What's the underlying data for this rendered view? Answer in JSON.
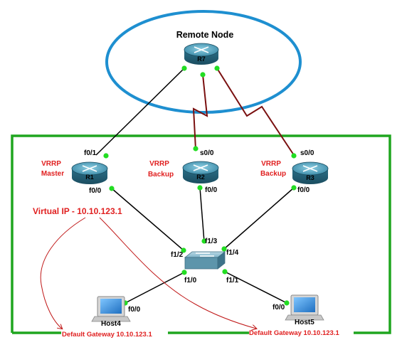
{
  "remote_node": {
    "title": "Remote Node"
  },
  "routers": [
    {
      "id": "R7",
      "name": "R7",
      "role": "",
      "state": ""
    },
    {
      "id": "R1",
      "name": "R1",
      "role": "VRRP",
      "state": "Master"
    },
    {
      "id": "R2",
      "name": "R2",
      "role": "VRRP",
      "state": "Backup"
    },
    {
      "id": "R3",
      "name": "R3",
      "role": "VRRP",
      "state": "Backup"
    }
  ],
  "ports": {
    "r1_up": "f0/1",
    "r1_down": "f0/0",
    "r2_up": "s0/0",
    "r2_down": "f0/0",
    "r3_up": "s0/0",
    "r3_down": "f0/0",
    "sw_r1": "f1/2",
    "sw_r2": "f1/3",
    "sw_r3": "f1/4",
    "sw_h4": "f1/0",
    "sw_h5": "f1/1",
    "h4_port": "f0/0",
    "h5_port": "f0/0"
  },
  "hosts": [
    {
      "name": "Host4"
    },
    {
      "name": "Host5"
    }
  ],
  "annotations": {
    "virtual_ip": "Virtual IP - 10.10.123.1",
    "gateway_left": "Default Gateway 10.10.123.1",
    "gateway_right": "Default Gateway 10.10.123.1"
  },
  "colors": {
    "ellipse": "#1e8fd0",
    "lan_border": "#1fa51f",
    "link_port_dot": "#22dd22",
    "serial_link": "#7a1010",
    "ethernet_link": "#000000",
    "annotation_red": "#e02020",
    "router_body": "#2f7e99"
  }
}
